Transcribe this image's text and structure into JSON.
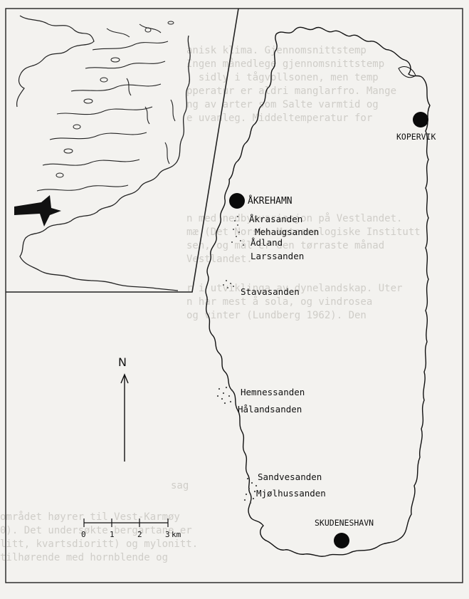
{
  "map": {
    "north_label": "N",
    "towns": [
      {
        "name": "KOPERVIK"
      },
      {
        "name": "ÅKREHAMN"
      },
      {
        "name": "SKUDENESHAVN"
      }
    ],
    "beaches": [
      {
        "name": "Åkrasanden"
      },
      {
        "name": "Mehaugsanden"
      },
      {
        "name": "Ådland"
      },
      {
        "name": "Larssanden"
      },
      {
        "name": "Stavasanden"
      },
      {
        "name": "Hemnessanden"
      },
      {
        "name": "Hålandsanden"
      },
      {
        "name": "Sandvesanden"
      },
      {
        "name": "Mjølhussanden"
      }
    ],
    "scale": {
      "ticks": [
        "0",
        "1",
        "2",
        "3"
      ],
      "unit": "km"
    }
  },
  "background_text": [
    "anisk klima. Gjennomsnittstemp",
    "Ingen månedlege gjennomsnittstemp",
    ", sidly i tågvollsonen, men temp",
    "pperatur er aldri manglarfro. Mange",
    "ng av arter som Salte varmtid og",
    "e uvanleg. Middeltemperatur for",
    "n med nedbyrvariasjon på Vestlandet.",
    "mæ (Det Norske Meteorologiske Institutt",
    "sen, og mål er den tørraste månad",
    "Vestlandet.",
    "r i utviklinga av dynelandskap. Uter",
    "n har mest å sola, og vindrosea",
    "og vinter (Lundberg 1962). Den",
    "sag",
    "området høyrer til Vest-Karmøy",
    "0). Det undersøkte bergartane er",
    "litt, kvartsdioritt) og mylonitt.",
    "tilhørende med hornblende og"
  ]
}
